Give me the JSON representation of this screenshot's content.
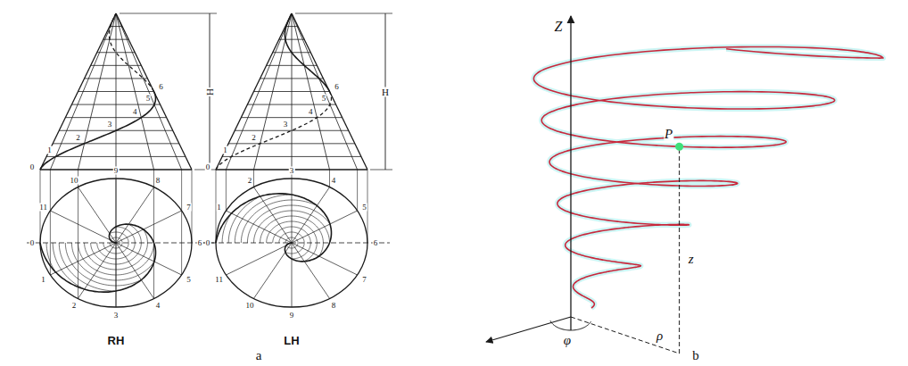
{
  "diagram": {
    "labels": [
      "H",
      "H",
      "0",
      "1",
      "2",
      "3",
      "4",
      "5",
      "6",
      "0",
      "1",
      "2",
      "3",
      "4",
      "5",
      "6",
      "0",
      "1",
      "2",
      "3",
      "4",
      "5",
      "6",
      "7",
      "8",
      "9",
      "10",
      "11",
      "0",
      "1",
      "2",
      "3",
      "4",
      "5",
      "6",
      "7",
      "8",
      "9",
      "10",
      "11",
      "RH",
      "LH",
      "a",
      "Z",
      "P",
      "z",
      "φ",
      "ρ",
      "b"
    ]
  }
}
